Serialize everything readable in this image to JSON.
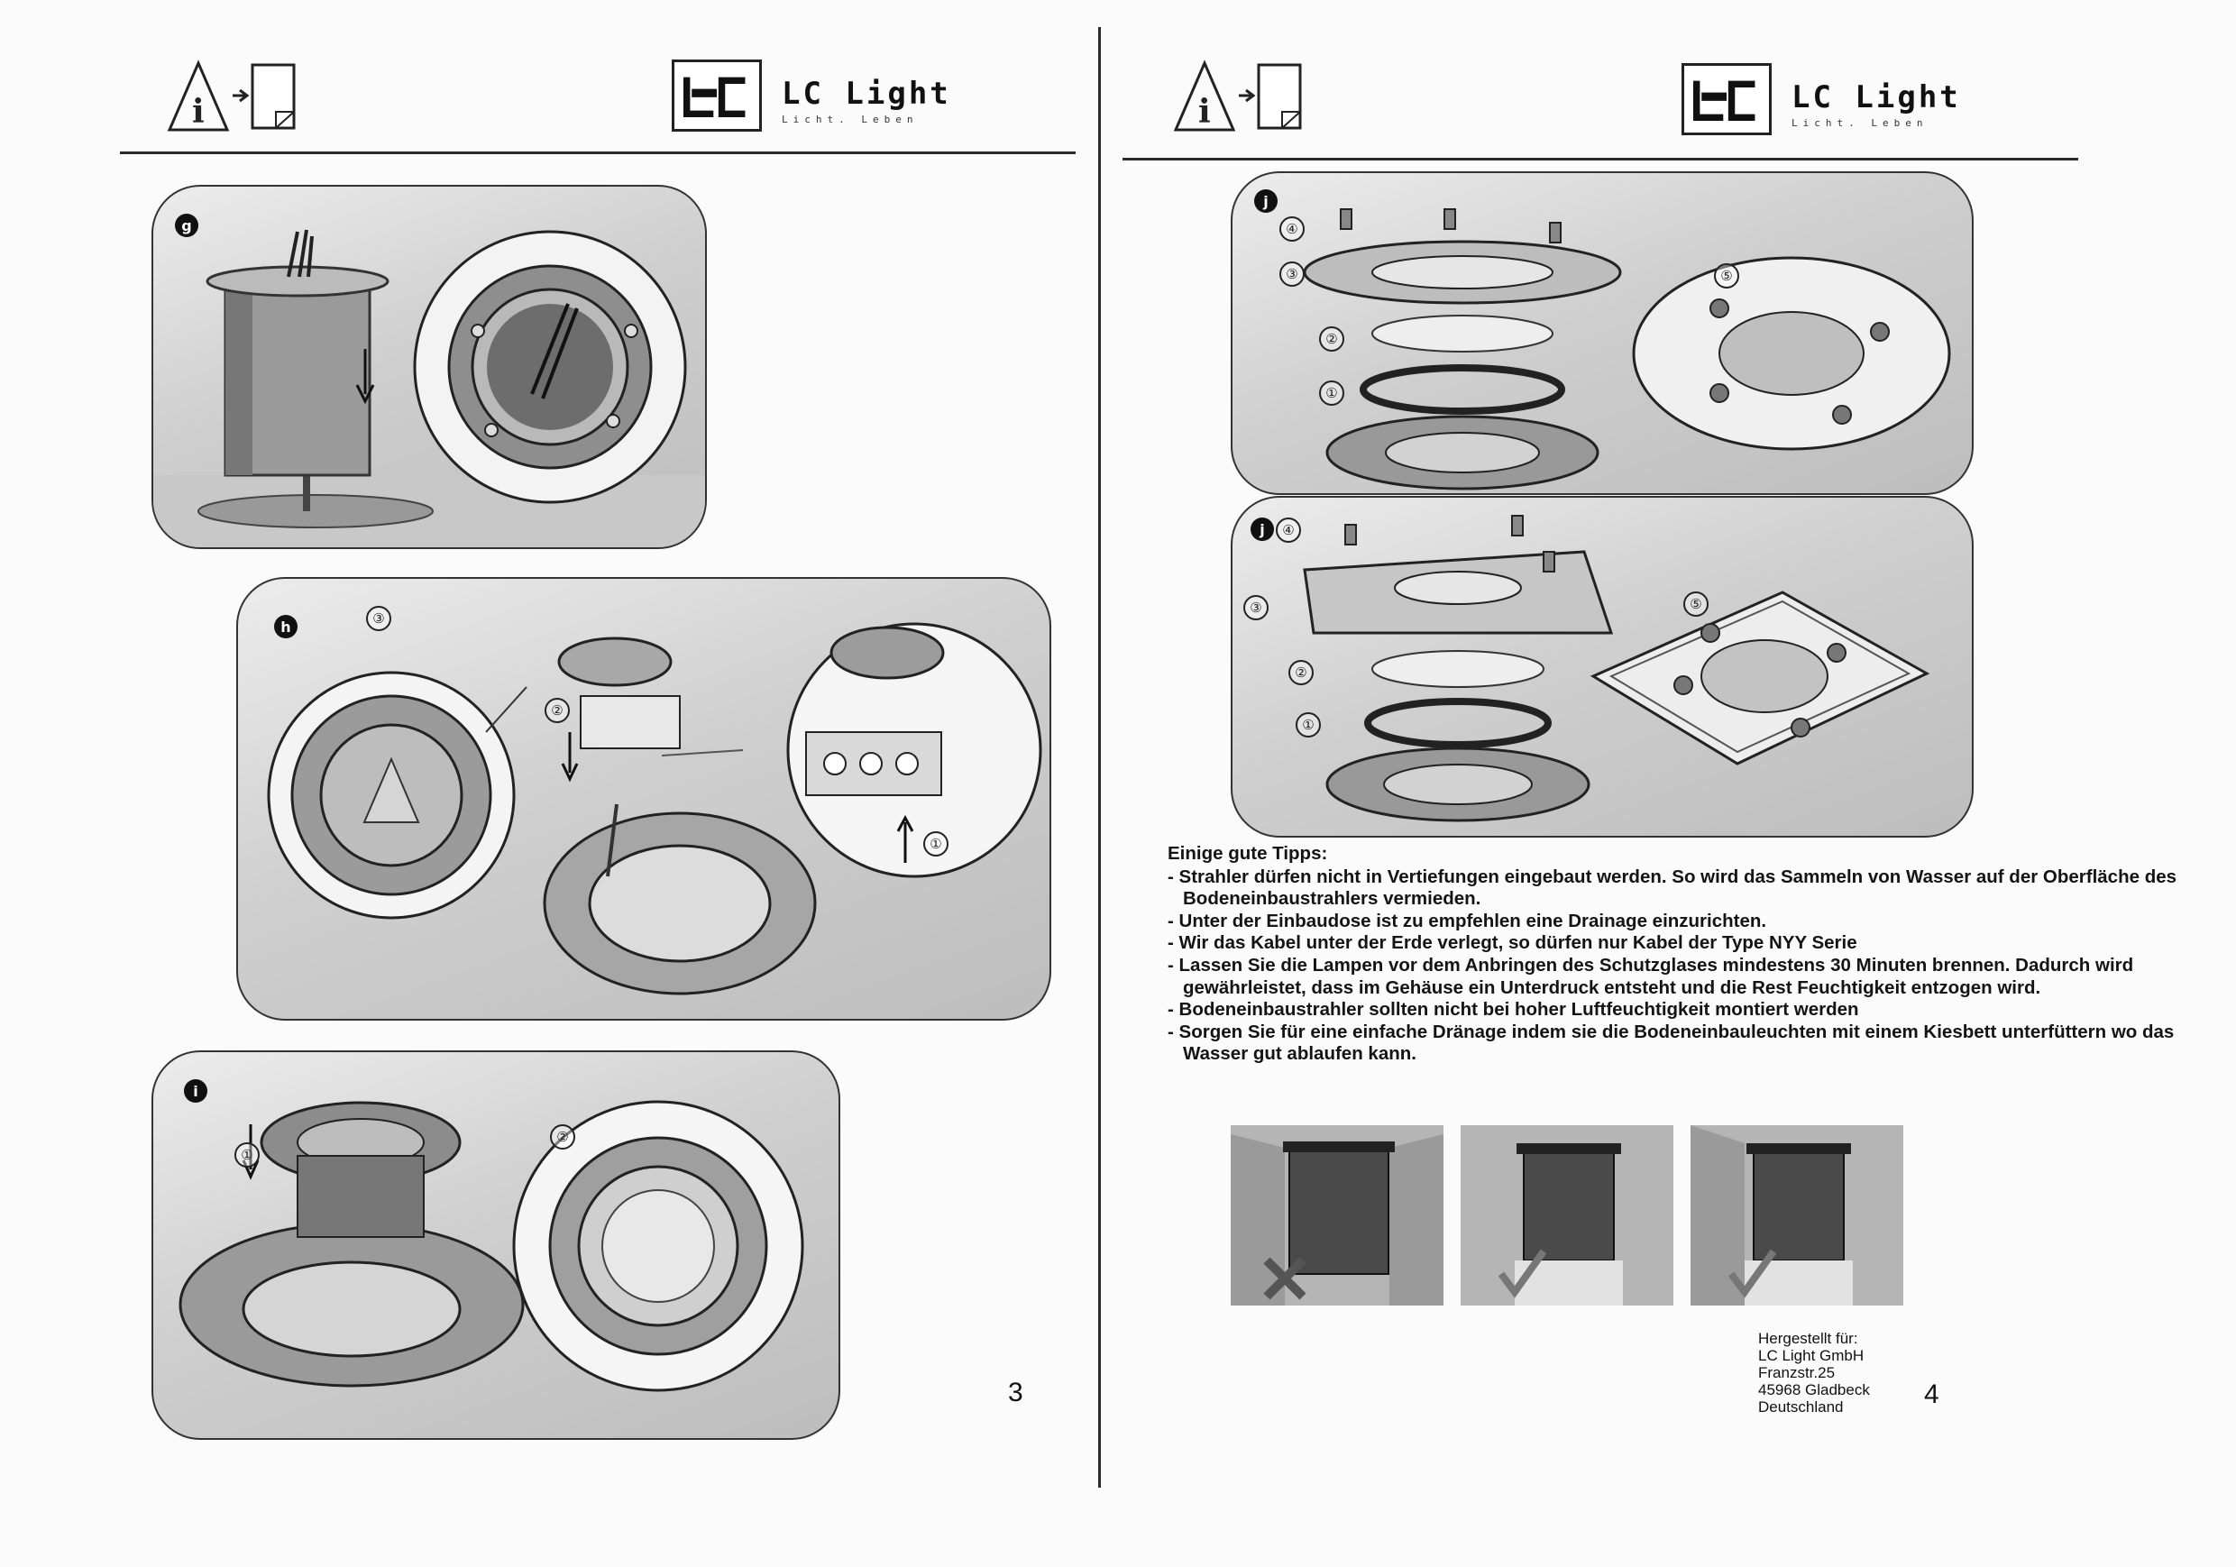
{
  "brand": {
    "name": "LC Light",
    "tagline": "Licht. Leben"
  },
  "left_page": {
    "steps": [
      {
        "id": "g",
        "badge": "g"
      },
      {
        "id": "h",
        "badge": "h",
        "labels": [
          "③",
          "②",
          "①"
        ]
      },
      {
        "id": "i",
        "badge": "i",
        "labels": [
          "①",
          "②"
        ]
      }
    ],
    "page_number": "3"
  },
  "right_page": {
    "steps": [
      {
        "id": "j_round",
        "badge": "j",
        "labels": [
          "④",
          "③",
          "②",
          "①",
          "⑤"
        ]
      },
      {
        "id": "j_square",
        "badge": "j",
        "labels": [
          "④",
          "③",
          "②",
          "①",
          "⑤"
        ]
      }
    ],
    "tips": {
      "title": "Einige gute Tipps:",
      "items": [
        "- Strahler dürfen nicht in Vertiefungen eingebaut werden. So wird das Sammeln von Wasser auf der Oberfläche des Bodeneinbaustrahlers vermieden.",
        "- Unter der Einbaudose ist zu empfehlen eine Drainage einzurichten.",
        "- Wir das Kabel unter der Erde verlegt, so dürfen nur Kabel der Type NYY Serie",
        "- Lassen Sie die Lampen vor dem Anbringen des Schutzglases mindestens 30  Minuten brennen. Dadurch wird gewährleistet, dass im Gehäuse ein Unterdruck entsteht und die Rest Feuchtigkeit entzogen wird.",
        "- Bodeneinbaustrahler sollten nicht bei hoher Luftfeuchtigkeit montiert werden",
        "- Sorgen Sie für eine einfache Dränage indem sie die Bodeneinbauleuchten mit einem Kiesbett unterfüttern wo das Wasser gut ablaufen kann."
      ]
    },
    "manufacturer": {
      "label": "Hergestellt für:",
      "company": "LC Light GmbH",
      "street": "Franzstr.25",
      "city": "45968 Gladbeck",
      "country": "Deutschland"
    },
    "page_number": "4"
  },
  "icons": [
    "warning-info-icon",
    "manual-icon",
    "arrow-right-icon",
    "down-arrow-icon",
    "rotate-icon",
    "check-icon",
    "cross-icon"
  ]
}
